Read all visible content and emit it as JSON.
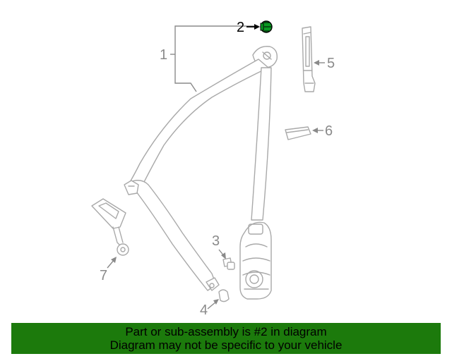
{
  "diagram": {
    "callouts": {
      "c1": "1",
      "c2": "2",
      "c3": "3",
      "c4": "4",
      "c5": "5",
      "c6": "6",
      "c7": "7"
    },
    "highlight_color": "#0a9a22"
  },
  "banner": {
    "line1": "Part or sub-assembly is #2 in diagram",
    "line2": "Diagram may not be specific to your vehicle",
    "background": "#1c7a0c"
  }
}
